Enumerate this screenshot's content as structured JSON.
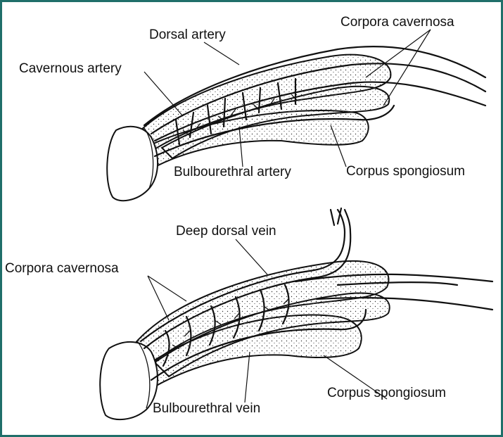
{
  "colors": {
    "frame": "#1f6f6a",
    "ink": "#111111",
    "background": "#ffffff"
  },
  "top_figure": {
    "labels": {
      "dorsal_artery": "Dorsal artery",
      "corpora_cavernosa": "Corpora cavernosa",
      "cavernous_artery": "Cavernous artery",
      "bulbourethral_artery": "Bulbourethral artery",
      "corpus_spongiosum": "Corpus spongiosum"
    }
  },
  "bottom_figure": {
    "labels": {
      "deep_dorsal_vein": "Deep dorsal vein",
      "corpora_cavernosa": "Corpora cavernosa",
      "corpus_spongiosum": "Corpus spongiosum",
      "bulbourethral_vein": "Bulbourethral vein"
    }
  }
}
